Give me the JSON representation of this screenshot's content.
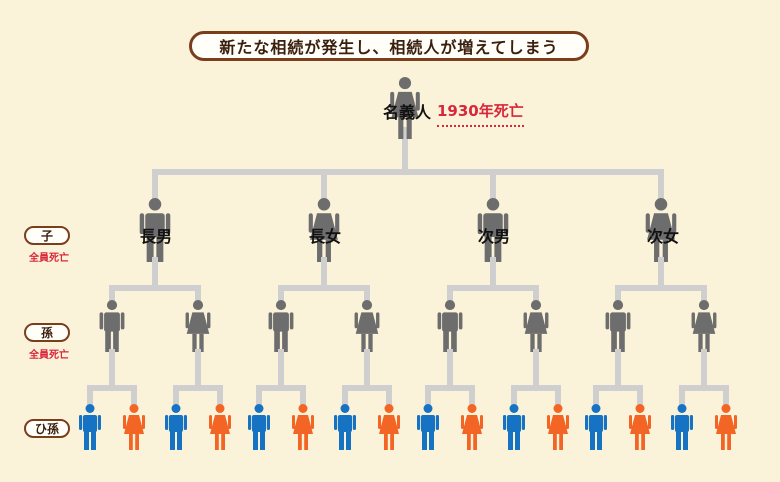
{
  "title": "新たな相続が発生し、相続人が増えてしまう",
  "root": {
    "label": "名義人",
    "death": "1930年死亡"
  },
  "children": [
    {
      "label": "長男"
    },
    {
      "label": "長女"
    },
    {
      "label": "次男"
    },
    {
      "label": "次女"
    }
  ],
  "generations": [
    {
      "label": "子",
      "note": "全員死亡"
    },
    {
      "label": "孫",
      "note": "全員死亡"
    },
    {
      "label": "ひ孫",
      "note": ""
    }
  ],
  "colors": {
    "background": "#fbf3d9",
    "line": "#cfcfcf",
    "deceased_figure": "#6d6d6d",
    "male": "#1673c4",
    "female": "#f26524",
    "accent_red": "#d9263a",
    "pill_border": "#7a3e1d"
  },
  "icons": {
    "deceased": "person-gray-icon",
    "male": "person-male-icon",
    "female": "person-female-icon"
  }
}
